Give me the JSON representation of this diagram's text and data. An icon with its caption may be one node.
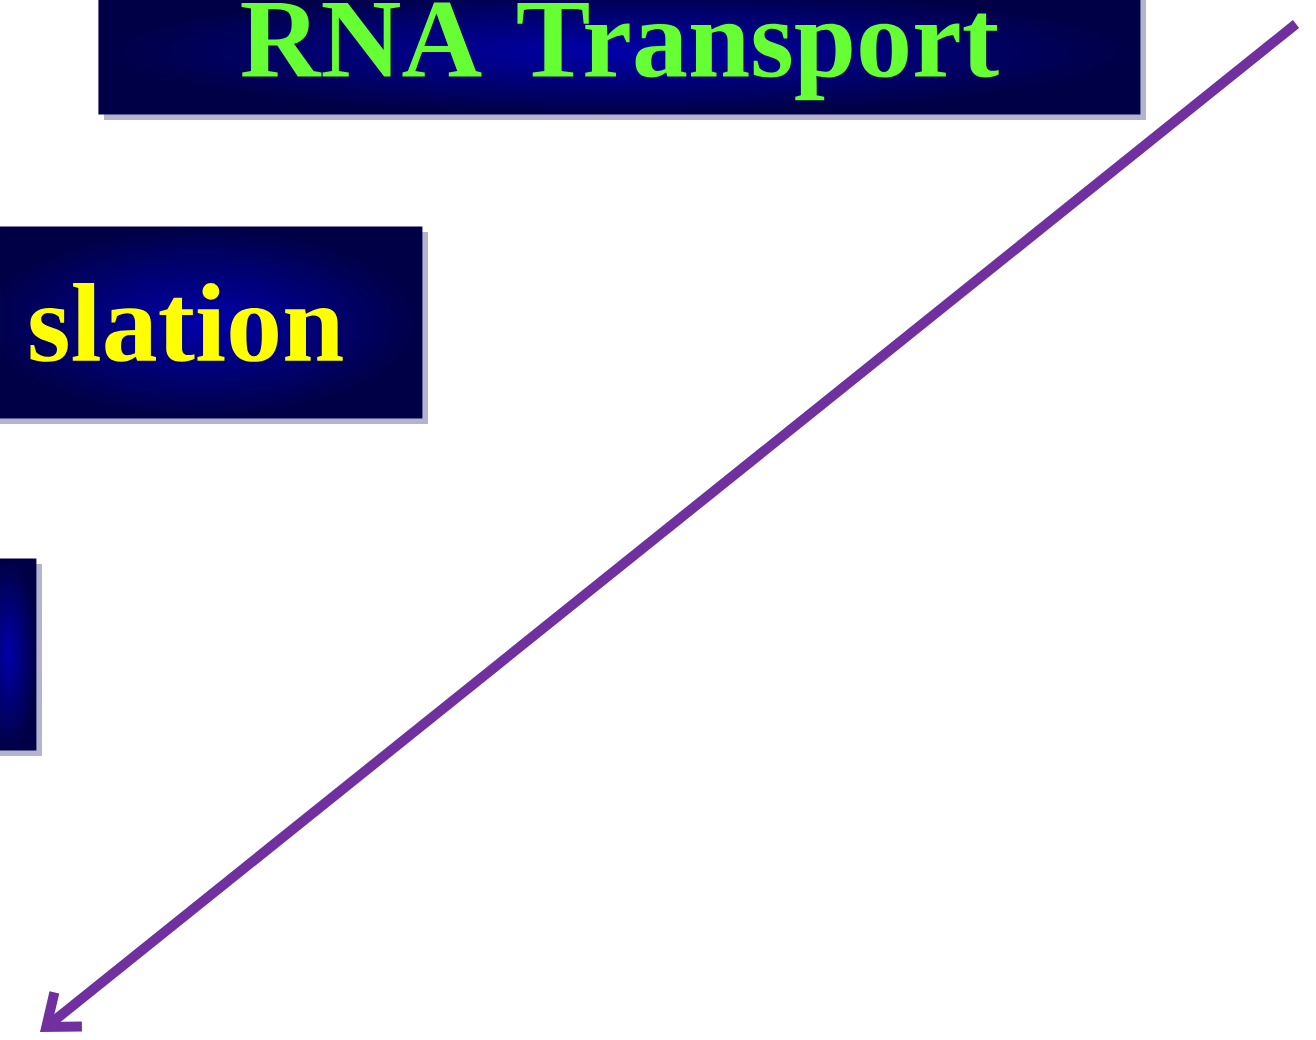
{
  "diagram": {
    "nodes": [
      {
        "text": [
          "RNA Transport"
        ]
      },
      {
        "text": [
          "slation"
        ]
      },
      {
        "text": [],
        "shape": "box"
      }
    ]
  }
}
